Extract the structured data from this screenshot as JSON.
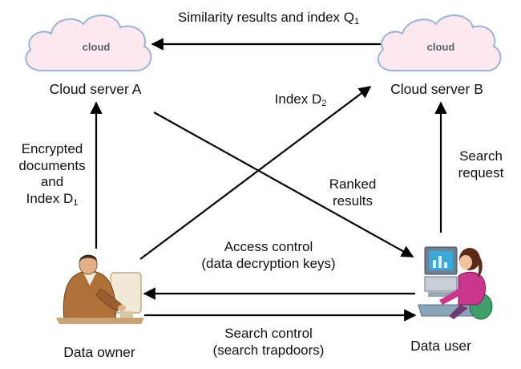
{
  "nodes": {
    "cloud_server_a": {
      "icon_text": "cloud",
      "label": "Cloud server A"
    },
    "cloud_server_b": {
      "icon_text": "cloud",
      "label": "Cloud server B"
    },
    "data_owner": {
      "label": "Data owner",
      "icon": "businessman-at-desk-icon"
    },
    "data_user": {
      "label": "Data user",
      "icon": "woman-at-computer-icon"
    }
  },
  "edges": {
    "similarity_results": {
      "text": "Similarity results and index Q",
      "sub": "1"
    },
    "index_d2": {
      "text": "Index D",
      "sub": "2"
    },
    "encrypted_documents": {
      "line1": "Encrypted",
      "line2": "documents",
      "line3": "and",
      "line4": "Index D",
      "line4_sub": "1"
    },
    "search_request": {
      "line1": "Search",
      "line2": "request"
    },
    "ranked_results": {
      "line1": "Ranked",
      "line2": "results"
    },
    "access_control": {
      "line1": "Access control",
      "line2": "(data decryption keys)"
    },
    "search_control": {
      "line1": "Search control",
      "line2": "(search trapdoors)"
    }
  },
  "colors": {
    "cloud_fill": "#fbe9ef",
    "cloud_stroke": "#9cb3d6",
    "arrow": "#000000"
  }
}
